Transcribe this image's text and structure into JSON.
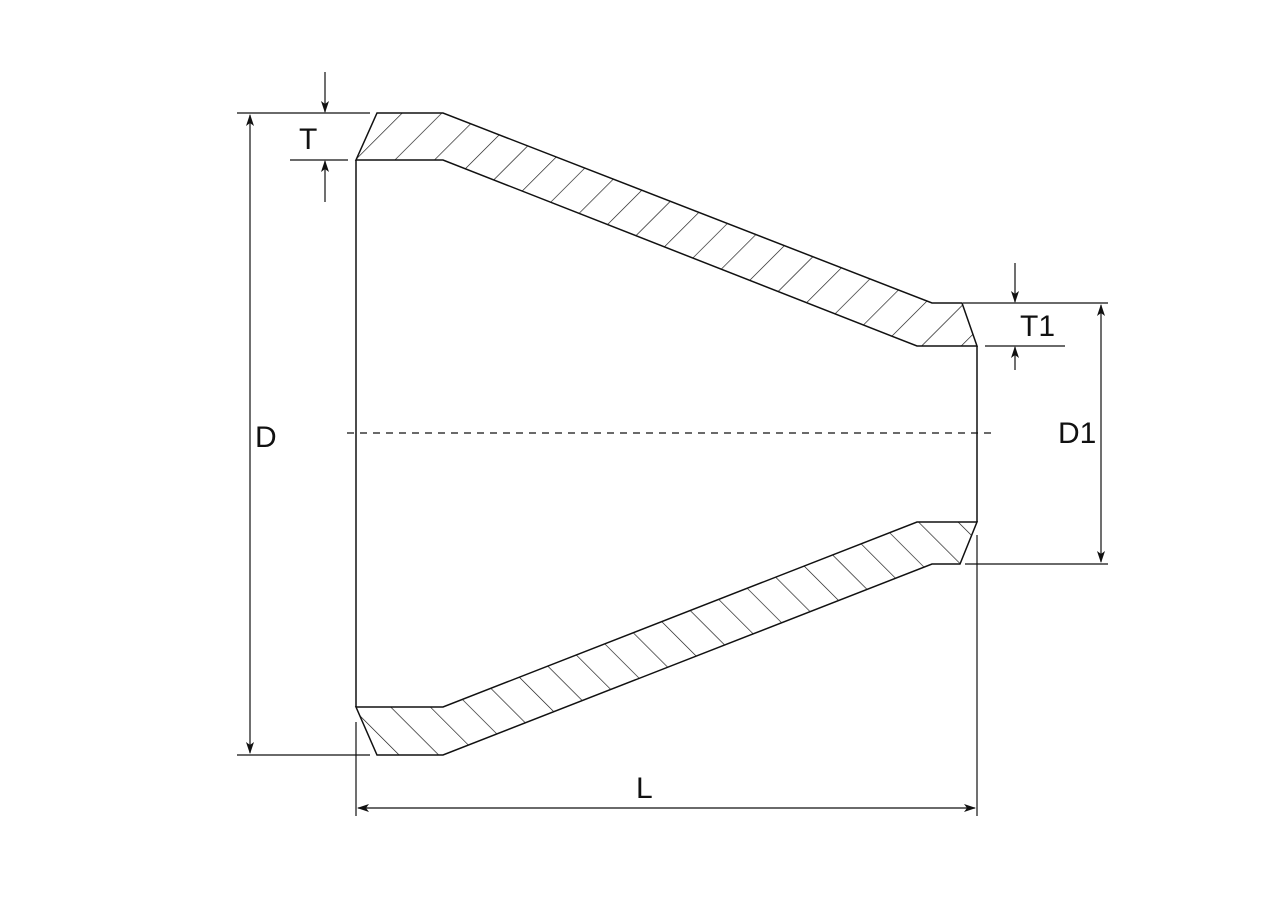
{
  "diagram": {
    "labels": {
      "outer_diameter": "D",
      "small_diameter": "D1",
      "wall_thickness": "T",
      "small_wall_thickness": "T1",
      "length": "L"
    },
    "colors": {
      "line": "#111111",
      "background": "#ffffff"
    }
  }
}
